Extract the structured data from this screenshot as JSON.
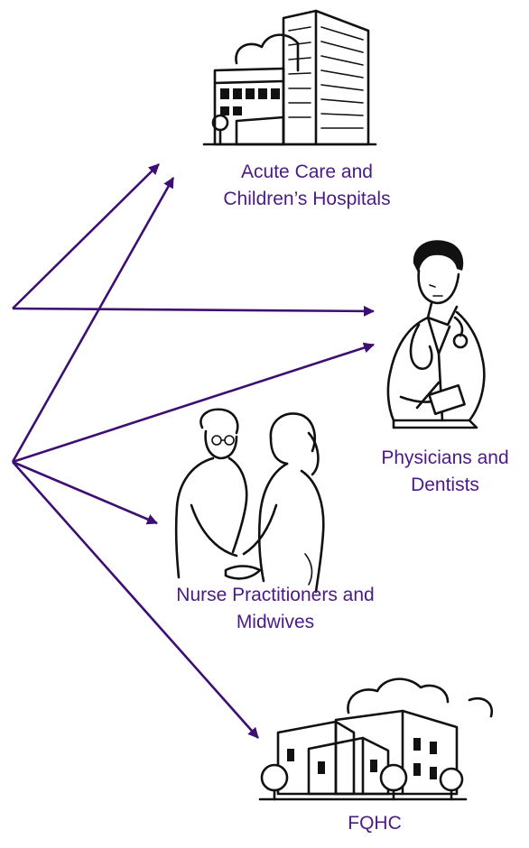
{
  "nodes": {
    "hospital": {
      "line1": "Acute Care and",
      "line2": "Children’s Hospitals"
    },
    "physicians": {
      "line1": "Physicians and",
      "line2": "Dentists"
    },
    "nurses": {
      "line1": "Nurse Practitioners and",
      "line2": "Midwives"
    },
    "fqhc": {
      "line1": "FQHC"
    }
  },
  "colors": {
    "arrow": "#3d0f73",
    "label_text": "#4b1a86",
    "clipart": "#111111"
  },
  "icons": [
    "hospital-building-icon",
    "doctor-icon",
    "nurses-icon",
    "clinic-buildings-icon"
  ]
}
